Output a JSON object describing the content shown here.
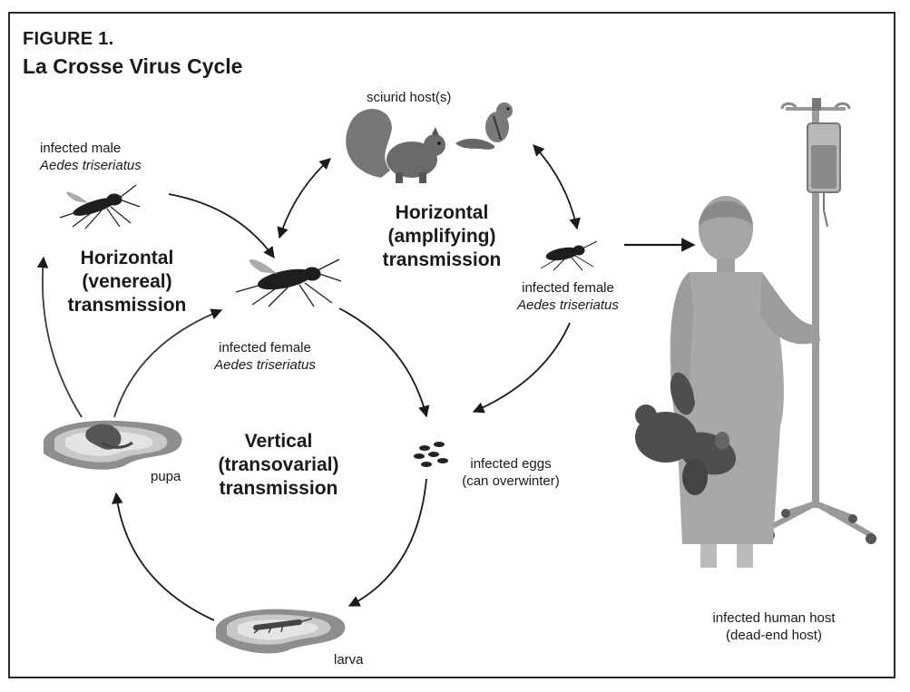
{
  "figure": {
    "label": "FIGURE 1.",
    "title": "La Crosse Virus Cycle"
  },
  "labels": {
    "sciurid_host": "sciurid host(s)",
    "infected_male_line1": "infected male",
    "infected_male_line2": "Aedes triseriatus",
    "infected_female_center_line1": "infected female",
    "infected_female_center_line2": "Aedes triseriatus",
    "infected_female_right_line1": "infected female",
    "infected_female_right_line2": "Aedes triseriatus",
    "eggs_line1": "infected eggs",
    "eggs_line2": "(can overwinter)",
    "pupa": "pupa",
    "larva": "larva",
    "human_line1": "infected human host",
    "human_line2": "(dead-end host)"
  },
  "transmissions": {
    "venereal": [
      "Horizontal",
      "(venereal)",
      "transmission"
    ],
    "amplifying": [
      "Horizontal",
      "(amplifying)",
      "transmission"
    ],
    "vertical": [
      "Vertical",
      "(transovarial)",
      "transmission"
    ]
  },
  "colors": {
    "frame": "#2a2a2a",
    "mosquito": "#1e1e1e",
    "patient": "#9a9a9a",
    "pool_outer": "#8e8e8e",
    "pool_inner": "#d8d8d8"
  }
}
